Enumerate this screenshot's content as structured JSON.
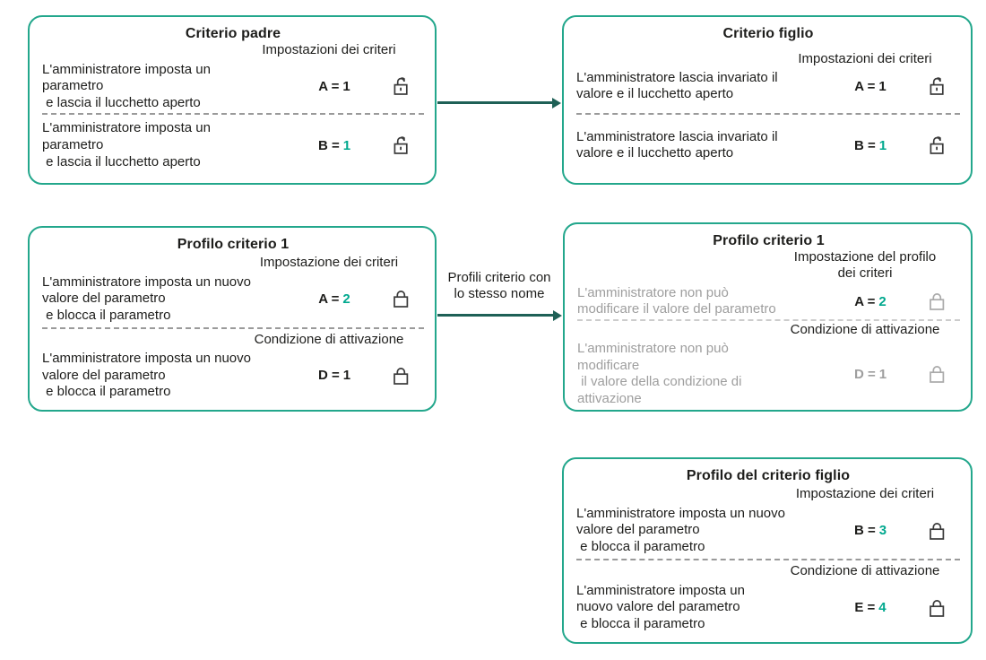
{
  "colors": {
    "box_border": "#23a78c",
    "arrow": "#1e6056",
    "accent": "#00a88e",
    "dark": "#1d1d1b",
    "gray": "#9e9e9e",
    "divider": "#9a9a9a",
    "divider_light": "#cccccc",
    "lock_dark": "#3a3a3a",
    "lock_gray": "#aaaaaa"
  },
  "arrows": {
    "middle_label": "Profili criterio con\nlo stesso nome"
  },
  "boxes": {
    "criterio_padre": {
      "title": "Criterio padre",
      "sections": [
        {
          "heading": "Impostazioni dei criteri",
          "desc": "L'amministratore imposta un\nparametro\n e lascia il lucchetto aperto",
          "value_label": "A =",
          "value": "1",
          "value_style": "dark",
          "lock_icon": "open-lock",
          "lock_style": "dark"
        },
        {
          "desc": "L'amministratore imposta un\nparametro\n e lascia il lucchetto aperto",
          "value_label": "B =",
          "value": "1",
          "value_style": "accent",
          "lock_icon": "open-lock",
          "lock_style": "dark"
        }
      ]
    },
    "criterio_figlio": {
      "title": "Criterio figlio",
      "sections": [
        {
          "heading": "Impostazioni dei criteri",
          "desc": "L'amministratore lascia invariato il\nvalore e il lucchetto aperto",
          "value_label": "A =",
          "value": "1",
          "value_style": "dark",
          "lock_icon": "open-lock",
          "lock_style": "dark"
        },
        {
          "desc": "L'amministratore lascia invariato il\nvalore e il lucchetto aperto",
          "value_label": "B =",
          "value": "1",
          "value_style": "accent",
          "lock_icon": "open-lock",
          "lock_style": "dark"
        }
      ]
    },
    "profilo_criterio_1": {
      "title": "Profilo criterio 1",
      "sections": [
        {
          "heading": "Impostazione dei criteri",
          "desc": "L'amministratore imposta un nuovo\nvalore del parametro\n e blocca il parametro",
          "value_label": "A =",
          "value": "2",
          "value_style": "accent",
          "lock_icon": "closed-lock",
          "lock_style": "dark"
        },
        {
          "heading": "Condizione di attivazione",
          "desc": "L'amministratore imposta un nuovo\nvalore del parametro\n e blocca il parametro",
          "value_label": "D =",
          "value": "1",
          "value_style": "dark",
          "lock_icon": "closed-lock",
          "lock_style": "dark"
        }
      ]
    },
    "profilo_criterio_1_child": {
      "title": "Profilo criterio 1",
      "sections": [
        {
          "heading": "Impostazione del profilo\ndei criteri",
          "desc": "L'amministratore non può\nmodificare il valore del parametro",
          "value_label": "A =",
          "value": "2",
          "value_style": "accent",
          "lock_icon": "closed-lock",
          "lock_style": "gray"
        },
        {
          "heading": "Condizione di attivazione",
          "desc": "L'amministratore non può\nmodificare\n il valore della condizione di\nattivazione",
          "value_label": "D =",
          "value": "1",
          "value_style": "gray",
          "lock_icon": "closed-lock",
          "lock_style": "gray"
        }
      ]
    },
    "profilo_criterio_figlio": {
      "title": "Profilo del criterio figlio",
      "sections": [
        {
          "heading": "Impostazione dei criteri",
          "desc": "L'amministratore imposta un nuovo\nvalore del parametro\n e blocca il parametro",
          "value_label": "B =",
          "value": "3",
          "value_style": "accent",
          "lock_icon": "closed-lock",
          "lock_style": "dark"
        },
        {
          "heading": "Condizione di attivazione",
          "desc": "L'amministratore imposta un\nnuovo valore del parametro\n e blocca il parametro",
          "value_label": "E =",
          "value": "4",
          "value_style": "accent",
          "lock_icon": "closed-lock",
          "lock_style": "dark"
        }
      ]
    }
  }
}
